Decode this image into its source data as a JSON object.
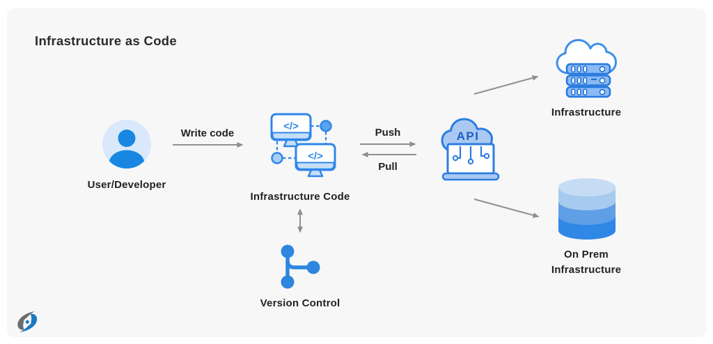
{
  "title": "Infrastructure as Code",
  "nodes": {
    "user": {
      "label": "User/Developer"
    },
    "infrastructure_code": {
      "label": "Infrastructure Code",
      "code_glyph": "</>"
    },
    "api": {
      "label": "API"
    },
    "infrastructure": {
      "label": "Infrastructure"
    },
    "on_prem": {
      "label_line1": "On Prem",
      "label_line2": "Infrastructure"
    },
    "version_control": {
      "label": "Version Control"
    }
  },
  "edges": {
    "write_code": {
      "label": "Write code"
    },
    "push": {
      "label": "Push"
    },
    "pull": {
      "label": "Pull"
    }
  },
  "colors": {
    "background": "#f7f7f8",
    "accent_blue": "#2e86e8",
    "light_blue_fill": "#c6def9",
    "person_blue": "#1787e2",
    "person_bg": "#d9e9fb",
    "api_cloud_fill": "#a9c9f3",
    "server_row_fill": "#8abbf3",
    "git_blue": "#2e86de",
    "cylinder_top": "#c6dcf4",
    "cylinder_band_light": "#a6cbee",
    "cylinder_band_mid": "#5f9fe6",
    "cylinder_band_dark": "#2f87e6",
    "arrow_gray": "#8f8f8f",
    "text_dark": "#222222"
  }
}
